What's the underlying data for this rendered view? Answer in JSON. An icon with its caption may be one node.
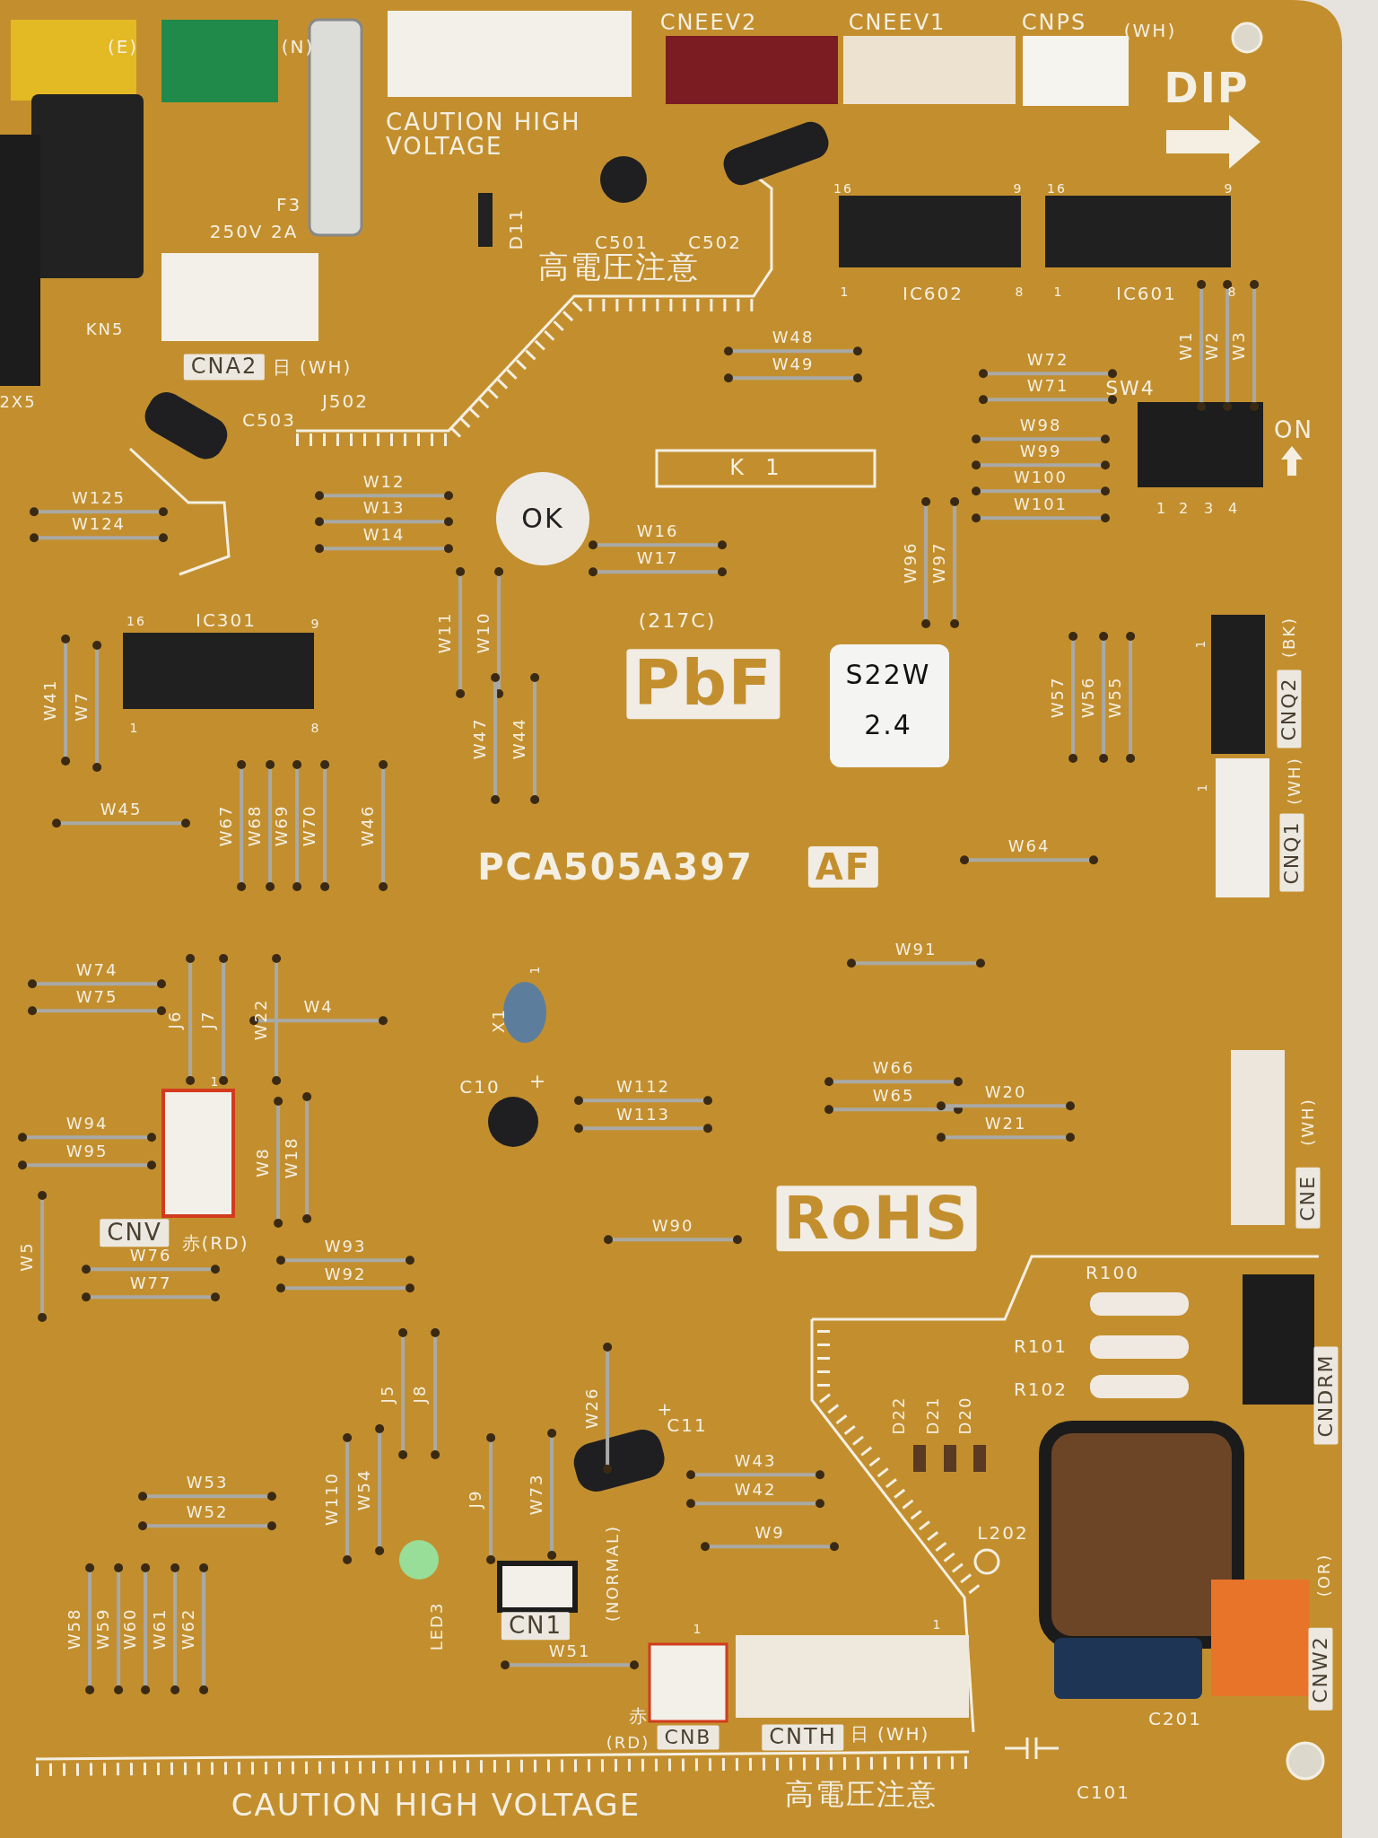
{
  "diagram": {
    "labels": [
      "(E)",
      "(N)",
      "CAUTION HIGH VOLTAGE",
      "CNEEV2",
      "CNEEV1",
      "CNPS",
      "(WH)",
      "DIP",
      "16",
      "9",
      "16",
      "9",
      "F3",
      "250V 2A",
      "D11",
      "C501",
      "C502",
      "高電圧注意",
      "1",
      "8",
      "IC602",
      "1",
      "8",
      "IC601",
      "KN5",
      "CNA2",
      "日 (WH)",
      "W48",
      "W49",
      "W72",
      "W71",
      "W1",
      "W2",
      "W3",
      "SW4",
      "2X5",
      "J502",
      "C503",
      "K",
      "1",
      "ON",
      "W98",
      "W99",
      "W100",
      "W101",
      "1",
      "2",
      "3",
      "4",
      "W12",
      "W13",
      "W14",
      "W125",
      "W124",
      "OK",
      "W16",
      "W17",
      "W96",
      "W97",
      "16",
      "IC301",
      "9",
      "1",
      "8",
      "W11",
      "W10",
      "(217C)",
      "PbF",
      "S22W",
      "2.4",
      "W57",
      "W56",
      "W55",
      "1",
      "(BK)",
      "CNQ2",
      "W41",
      "W7",
      "W47",
      "W44",
      "1",
      "(WH)",
      "CNQ1",
      "W45",
      "W67",
      "W68",
      "W69",
      "W70",
      "W46",
      "PCA505A397",
      "AF",
      "W64",
      "W91",
      "W74",
      "W75",
      "J6",
      "J7",
      "W22",
      "W4",
      "1",
      "X1",
      "W66",
      "W65",
      "C10",
      "+",
      "W112",
      "W113",
      "W20",
      "W21",
      "(WH)",
      "CNE",
      "1",
      "W94",
      "W95",
      "W8",
      "W18",
      "CNV",
      "赤(RD)",
      "W90",
      "RoHS",
      "W5",
      "W76",
      "W77",
      "W93",
      "W92",
      "R100",
      "R101",
      "R102",
      "CNDRM",
      "J5",
      "J8",
      "W26",
      "+",
      "C11",
      "D22",
      "D21",
      "D20",
      "W53",
      "W52",
      "W110",
      "W54",
      "J9",
      "W73",
      "W43",
      "W42",
      "W9",
      "L202",
      "(NORMAL)",
      "LED3",
      "CN1",
      "W51",
      "W58",
      "W59",
      "W60",
      "W61",
      "W62",
      "1",
      "1",
      "(OR)",
      "CNW2",
      "C201",
      "赤",
      "(RD)",
      "CNB",
      "CNTH",
      "日 (WH)",
      "CAUTION HIGH VOLTAGE",
      "高電圧注意",
      "C101"
    ]
  }
}
